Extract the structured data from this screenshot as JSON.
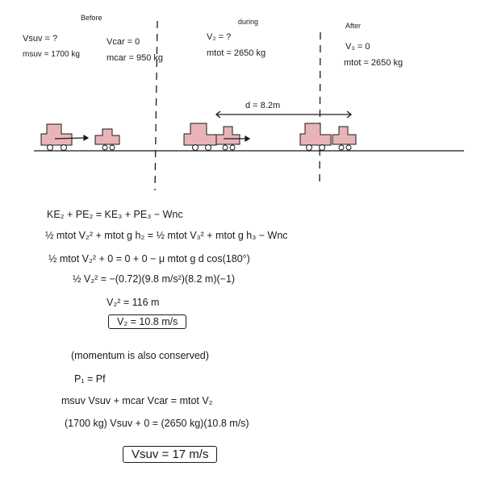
{
  "scene": {
    "before": {
      "heading": "Before",
      "v_suv": "Vsuv = ?",
      "m_suv": "msuv = 1700 kg",
      "v_car": "Vcar = 0",
      "m_car": "mcar = 950 kg"
    },
    "during": {
      "heading": "during",
      "v2": "V₂ = ?",
      "m_tot": "mtot = 2650 kg",
      "distance": "d = 8.2m"
    },
    "after": {
      "heading": "After",
      "v3": "V₃ = 0",
      "m_tot": "mtot = 2650 kg"
    },
    "colors": {
      "vehicle_fill": "#e8b4b8",
      "ink": "#1a1a1a"
    }
  },
  "energy": {
    "lines": [
      "KE₂ + PE₂ = KE₃ + PE₃ − Wnc",
      "½ mtot V₂² + mtot g h₂ = ½ mtot V₃² + mtot g h₃ − Wnc",
      "½ mtot V₂² + 0 = 0 + 0 − μ mtot g d cos(180°)",
      "½ V₂² = −(0.72)(9.8 m/s²)(8.2 m)(−1)",
      "V₂² = 116 m"
    ],
    "result": "V₂ = 10.8 m/s"
  },
  "momentum": {
    "note": "(momentum is also conserved)",
    "lines": [
      "P₁ = Pf",
      "msuv Vsuv + mcar Vcar = mtot V₂",
      "(1700 kg) Vsuv + 0 = (2650 kg)(10.8 m/s)"
    ],
    "result": "Vsuv = 17 m/s"
  }
}
